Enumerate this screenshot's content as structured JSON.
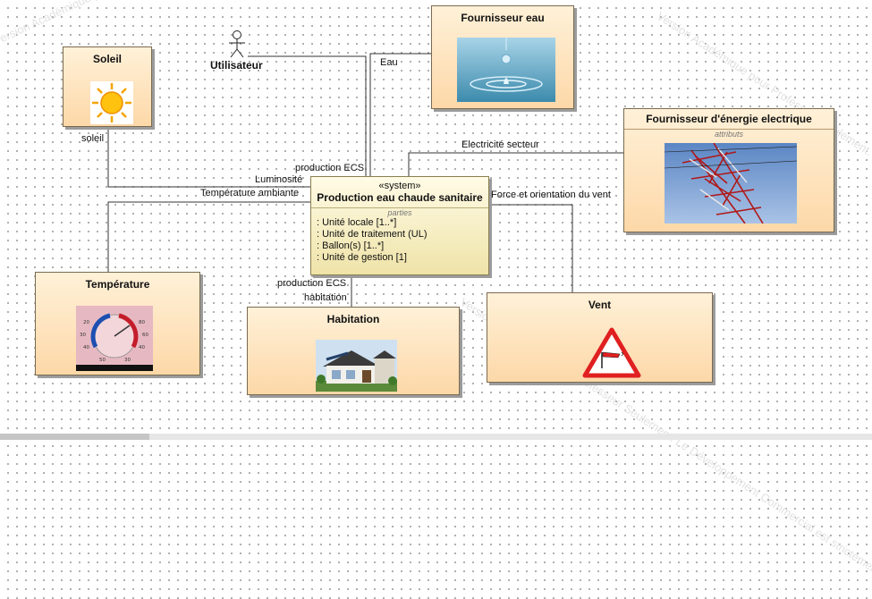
{
  "actors": {
    "utilisateur": "Utilisateur"
  },
  "blocks": {
    "soleil": {
      "title": "Soleil"
    },
    "fournisseur_eau": {
      "title": "Fournisseur eau"
    },
    "fournisseur_energie": {
      "title": "Fournisseur d'énergie electrique",
      "compartment": "attributs"
    },
    "temperature": {
      "title": "Température"
    },
    "habitation": {
      "title": "Habitation"
    },
    "vent": {
      "title": "Vent"
    }
  },
  "system": {
    "stereotype": "«system»",
    "title": "Production eau chaude sanitaire",
    "compartment": "parties",
    "parts": [
      ": Unité locale [1..*]",
      ": Unité de traitement (UL)",
      ": Ballon(s) [1..*]",
      ": Unité de gestion [1]"
    ]
  },
  "connectors": {
    "soleil": "soleil",
    "eau": "Eau",
    "electricite": "Electricité secteur",
    "production_ecs_top": "production ECS",
    "luminosite": "Luminosité",
    "temperature_ambiante": "Température ambiante",
    "vent": "Force et orientation du vent",
    "production_ecs_bottom": "production ECS",
    "habitation": "habitation"
  },
  "watermark": {
    "text": "Version Académique pour Professeur Seulement. Le Développement Commercial est strictement interdit"
  },
  "icons": {
    "actor": "stick-figure-icon",
    "soleil": "sun-icon",
    "eau": "water-drop-icon",
    "energie": "power-pylon-icon",
    "temperature": "thermometer-icon",
    "habitation": "house-icon",
    "vent": "wind-warning-icon"
  },
  "colors": {
    "block_top": "#fff1d8",
    "block_bottom": "#fdd8a8",
    "system_top": "#fffbe6",
    "system_bottom": "#efe3a8",
    "warning_red": "#e02020"
  }
}
